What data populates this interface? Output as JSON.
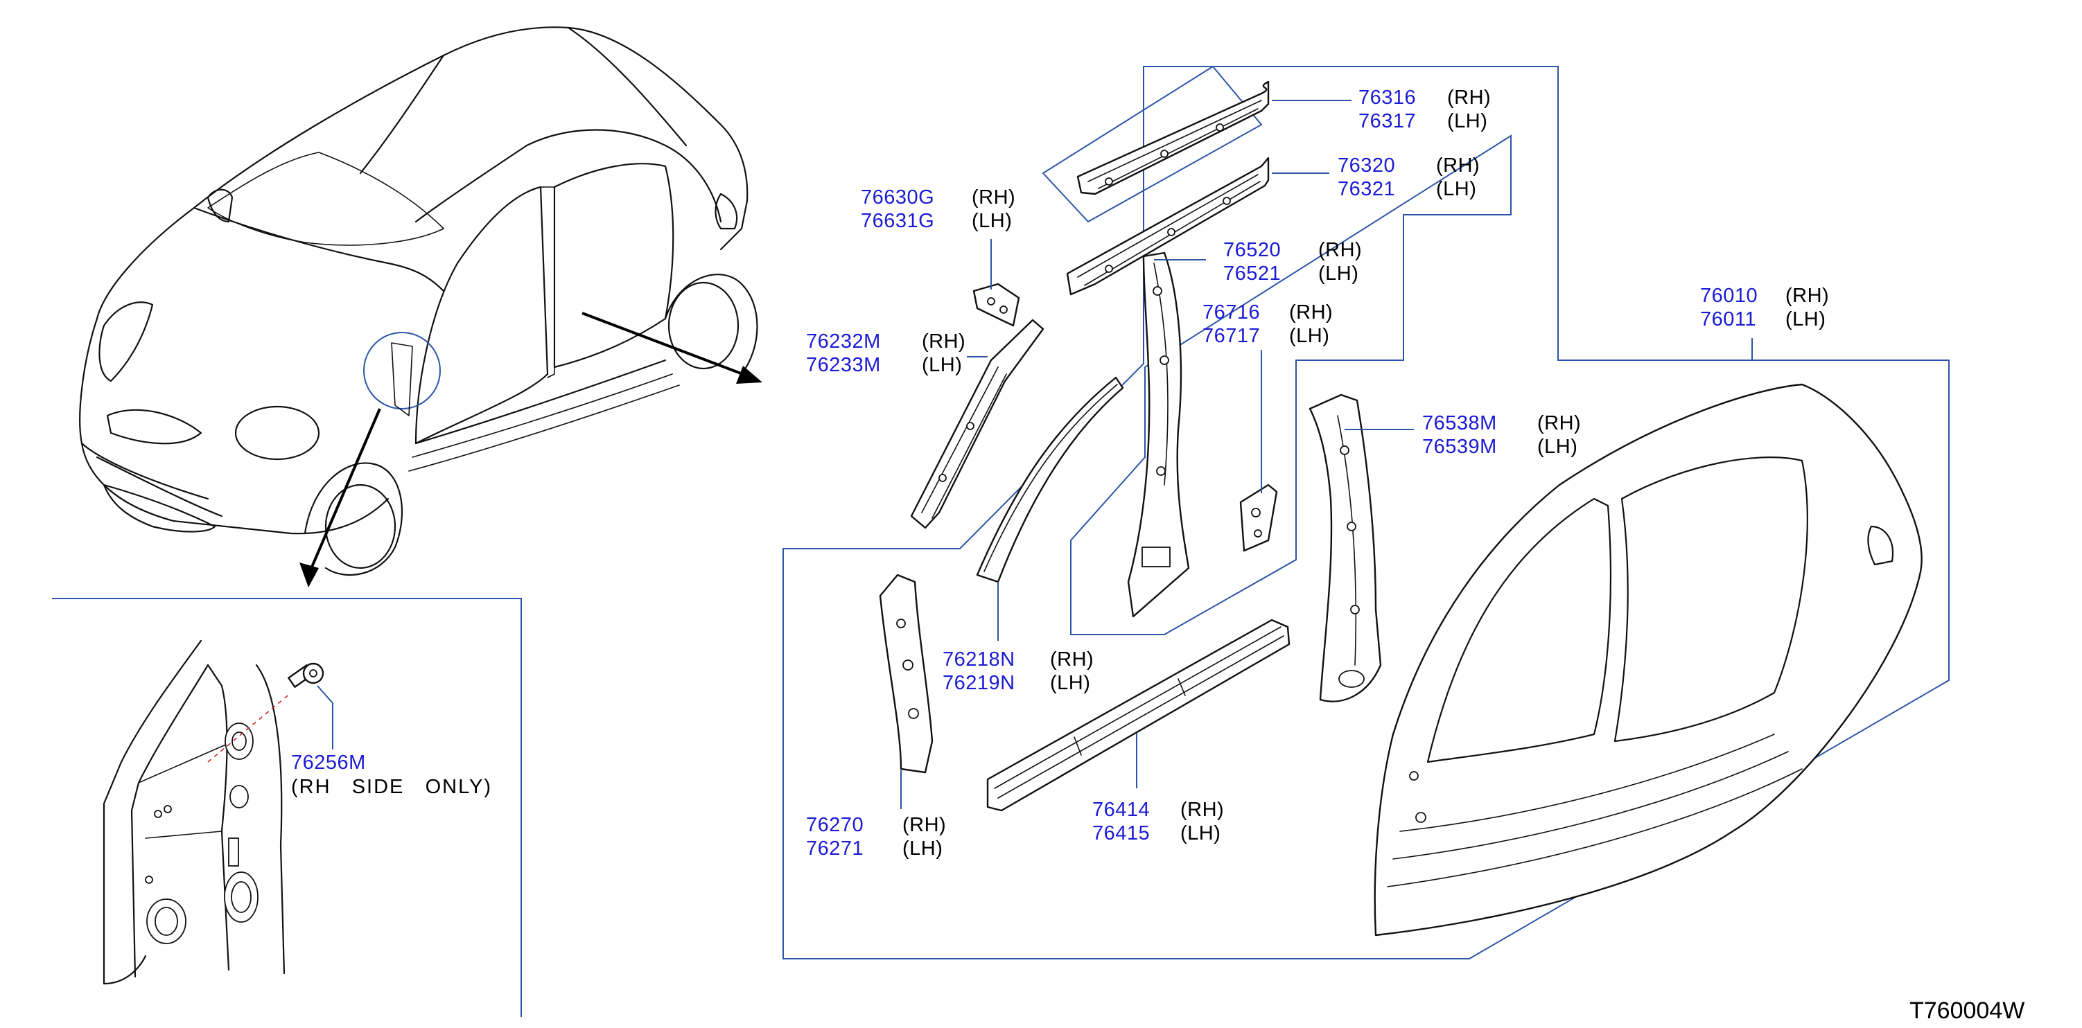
{
  "diagram_code": "T760004W",
  "callouts": {
    "c76316": {
      "pn1": "76316",
      "side1": "(RH)",
      "pn2": "76317",
      "side2": "(LH)"
    },
    "c76320": {
      "pn1": "76320",
      "side1": "(RH)",
      "pn2": "76321",
      "side2": "(LH)"
    },
    "c76630": {
      "pn1": "76630G",
      "side1": "(RH)",
      "pn2": "76631G",
      "side2": "(LH)"
    },
    "c76520": {
      "pn1": "76520",
      "side1": "(RH)",
      "pn2": "76521",
      "side2": "(LH)"
    },
    "c76716": {
      "pn1": "76716",
      "side1": "(RH)",
      "pn2": "76717",
      "side2": "(LH)"
    },
    "c76232": {
      "pn1": "76232M",
      "side1": "(RH)",
      "pn2": "76233M",
      "side2": "(LH)"
    },
    "c76010": {
      "pn1": "76010",
      "side1": "(RH)",
      "pn2": "76011",
      "side2": "(LH)"
    },
    "c76538": {
      "pn1": "76538M",
      "side1": "(RH)",
      "pn2": "76539M",
      "side2": "(LH)"
    },
    "c76218": {
      "pn1": "76218N",
      "side1": "(RH)",
      "pn2": "76219N",
      "side2": "(LH)"
    },
    "c76414": {
      "pn1": "76414",
      "side1": "(RH)",
      "pn2": "76415",
      "side2": "(LH)"
    },
    "c76270": {
      "pn1": "76270",
      "side1": "(RH)",
      "pn2": "76271",
      "side2": "(LH)"
    },
    "c76256": {
      "pn1": "76256M",
      "note": "(RH   SIDE   ONLY)"
    }
  },
  "colors": {
    "part_number": "#1a1ad6",
    "frame": "#2b55a8",
    "line": "#111111"
  }
}
